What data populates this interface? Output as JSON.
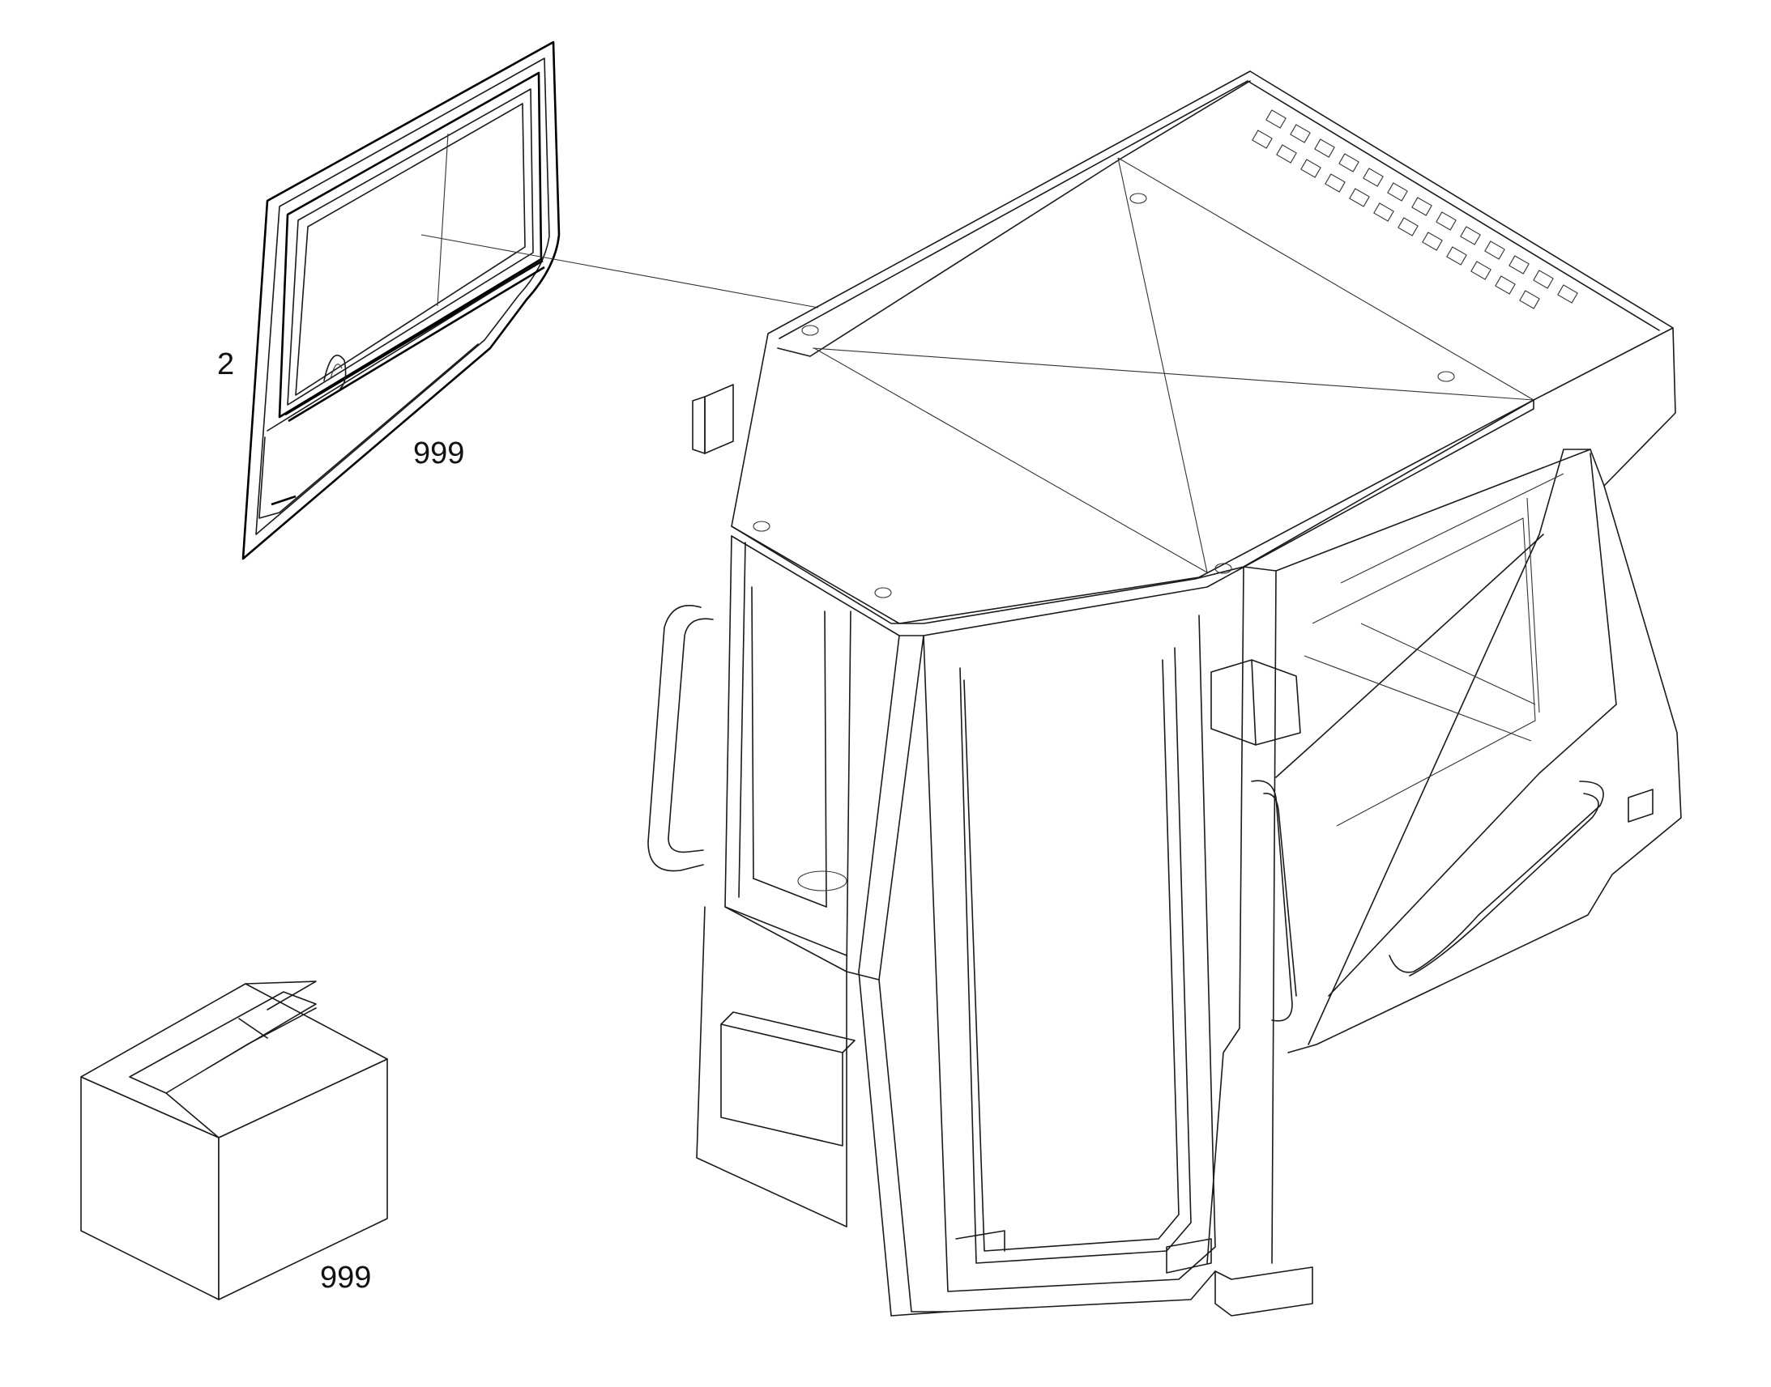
{
  "callouts": {
    "window_number": "2",
    "window_qty": "999",
    "kit_qty": "999"
  },
  "colors": {
    "line": "#1a1a1a",
    "background": "#ffffff"
  }
}
